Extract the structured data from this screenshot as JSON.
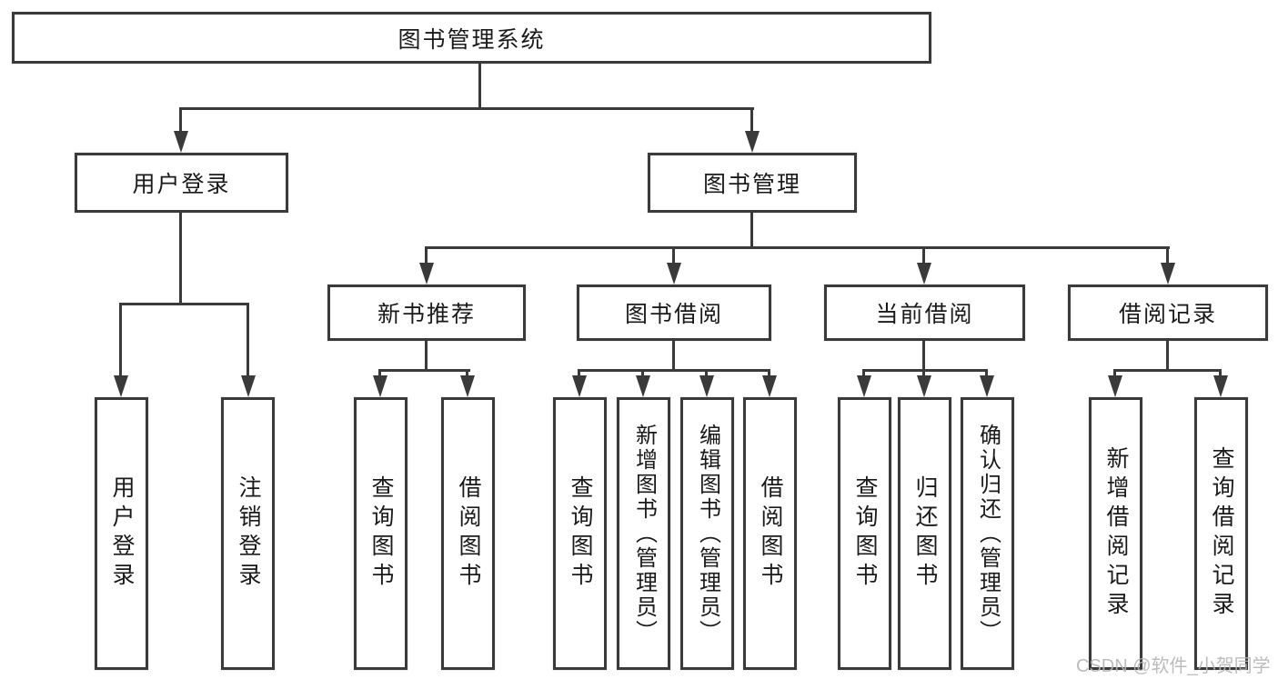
{
  "tree": {
    "root": {
      "label": "图书管理系统"
    },
    "branches": [
      {
        "label": "用户登录",
        "children": [
          {
            "label": "用户登录"
          },
          {
            "label": "注销登录"
          }
        ]
      },
      {
        "label": "图书管理",
        "sections": [
          {
            "label": "新书推荐",
            "children": [
              {
                "label": "查询图书"
              },
              {
                "label": "借阅图书"
              }
            ]
          },
          {
            "label": "图书借阅",
            "children": [
              {
                "label": "查询图书"
              },
              {
                "label": "新增图书（管理员）"
              },
              {
                "label": "编辑图书（管理员）"
              },
              {
                "label": "借阅图书"
              }
            ]
          },
          {
            "label": "当前借阅",
            "children": [
              {
                "label": "查询图书"
              },
              {
                "label": "归还图书"
              },
              {
                "label": "确认归还（管理员）"
              }
            ]
          },
          {
            "label": "借阅记录",
            "children": [
              {
                "label": "新增借阅记录"
              },
              {
                "label": "查询借阅记录"
              }
            ]
          }
        ]
      }
    ]
  },
  "watermark": {
    "text": "CSDN @软件_小贺同学"
  },
  "colors": {
    "line": "#3a3a3a",
    "box_border": "#3a3a3a",
    "box_fill": "#ffffff",
    "text": "#1a1a1a",
    "watermark": "#b5b5b5",
    "background": "#ffffff"
  }
}
